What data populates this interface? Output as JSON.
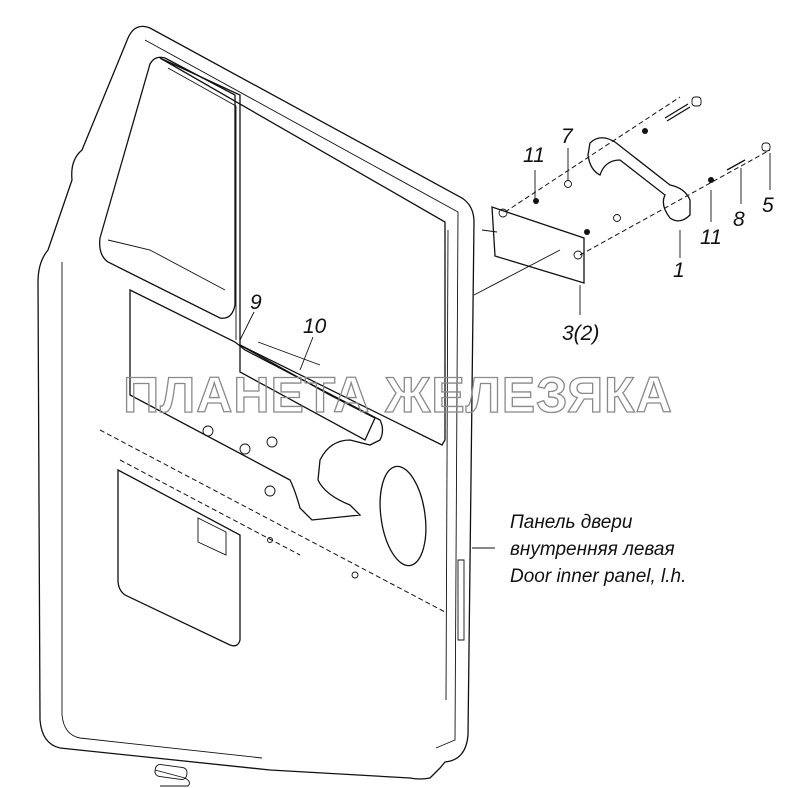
{
  "callouts": {
    "c1": "1",
    "c3": "3(2)",
    "c5": "5",
    "c7": "7",
    "c8": "8",
    "c9": "9",
    "c10": "10",
    "c11a": "11",
    "c11b": "11"
  },
  "caption": {
    "line1": "Панель двери",
    "line2": "внутренняя левая",
    "line3": "Door inner panel, l.h."
  },
  "watermark": "ПЛАНЕТА ЖЕЛЕЗЯКА"
}
